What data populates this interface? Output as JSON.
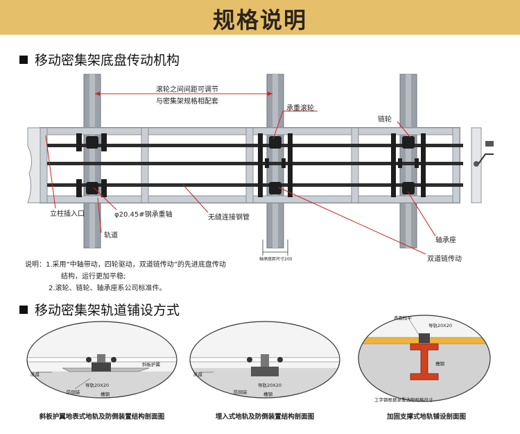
{
  "banner": {
    "title": "规格说明"
  },
  "section1": {
    "heading": "移动密集架底盘传动机构",
    "labels": {
      "adjustable_line1": "滚轮之间间距可调节",
      "adjustable_line2": "与密集架规格相配套",
      "bearing_wheel": "承重滚轮",
      "sprocket": "链轮",
      "column_inlet": "立柱插入口",
      "axle": "φ20.45#钢承重轴",
      "seamless_pipe": "无缝连接钢管",
      "track": "轨道",
      "bearing_seat": "轴承座",
      "dual_chain": "双道链传动",
      "dim_label": "轴承座距尺寸200"
    },
    "notes": [
      "说明：1.采用“中轴带动，四轮驱动，双道链传动”的先进底盘传动",
      "结构，运行更加平稳;",
      "2.滚轮、链轮、轴承座系公司标准件。"
    ]
  },
  "section2": {
    "heading": "移动密集架轨道铺设方式",
    "captions": [
      "斜板护翼地表式地轨及防倒装置结构剖面图",
      "埋入式地轨及防倒装置结构剖面图",
      "加固支撑式地轨铺设剖面图"
    ],
    "tiny_labels": {
      "p1_floor": "底盘",
      "p1_guard": "斜板护翼",
      "p1_rail": "导轨20X20",
      "p1_antitip": "防倒装",
      "p1_groove": "槽钢",
      "p2_floor": "底盘",
      "p2_rail": "导轨20X20",
      "p2_antitip": "防倒装",
      "p2_groove": "槽钢",
      "p3_top": "表面找平",
      "p3_rail": "导轨20X20",
      "p3_beam": "槽钢",
      "p3_bottom": "工字钢根据承重选配规格尺寸"
    }
  },
  "colors": {
    "banner": "#e6bf6a",
    "track": "#9aa0a8",
    "frame": "#c9ced4",
    "shaft": "#2c2c2c",
    "leader": "#d22020",
    "slab": "#d7d7d7",
    "ibeam": "#d0421f",
    "yellow": "#f0b43a"
  }
}
